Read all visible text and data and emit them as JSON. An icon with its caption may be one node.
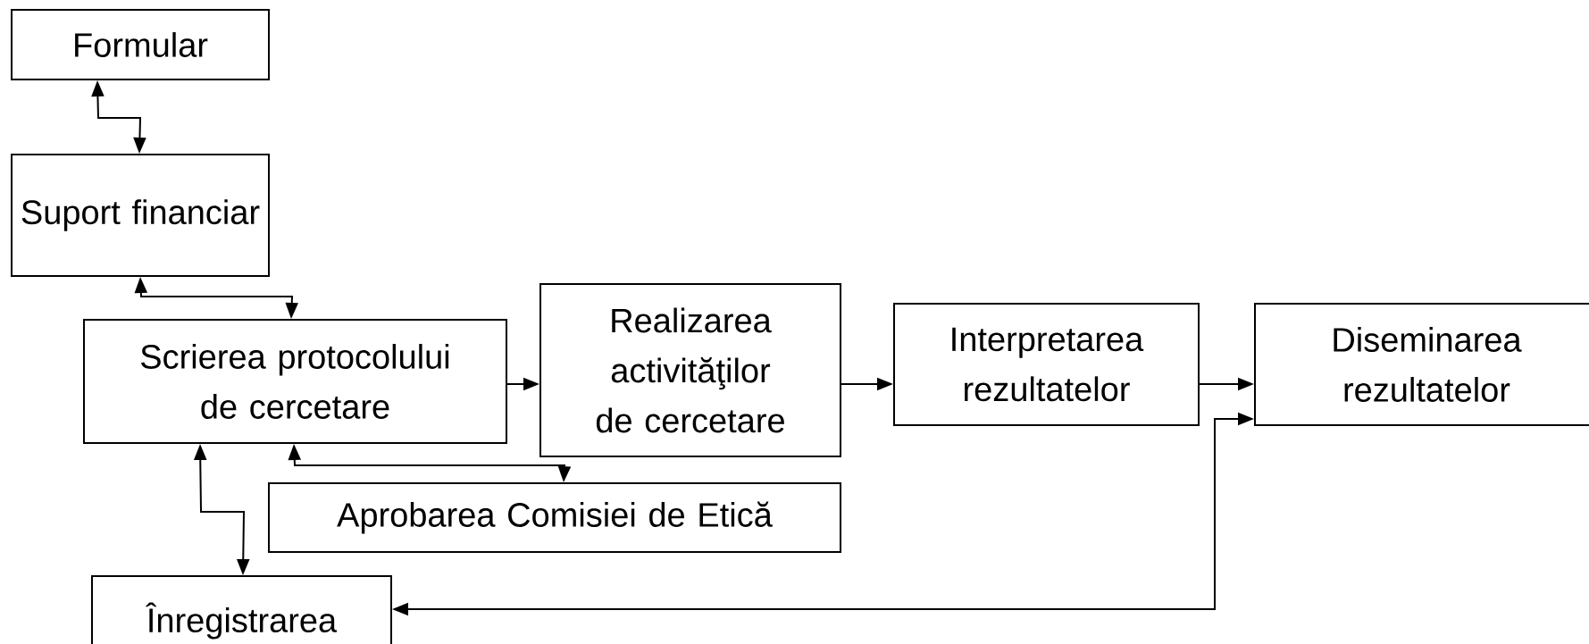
{
  "diagram": {
    "nodes": [
      {
        "text": [
          "Formular"
        ]
      },
      {
        "text": [
          "Suport financiar"
        ]
      },
      {
        "text": [
          "Scrierea protocolului de cercetare"
        ]
      },
      {
        "text": [
          "Realizarea activităţilor de cercetare"
        ]
      },
      {
        "text": [
          "Interpretarea rezultatelor"
        ]
      },
      {
        "text": [
          "Diseminarea rezultatelor"
        ]
      },
      {
        "text": [
          "Aprobarea Comisiei de Etică"
        ]
      },
      {
        "text": [
          "Înregistrarea"
        ]
      }
    ],
    "edges": [
      {
        "from": 0,
        "to": 1,
        "arrow": "both"
      },
      {
        "from": 1,
        "to": 2,
        "arrow": "both"
      },
      {
        "from": 2,
        "to": 3,
        "arrow": "to"
      },
      {
        "from": 3,
        "to": 4,
        "arrow": "to"
      },
      {
        "from": 4,
        "to": 5,
        "arrow": "to"
      },
      {
        "from": 2,
        "to": 6,
        "arrow": "both"
      },
      {
        "from": 2,
        "to": 7,
        "arrow": "both"
      },
      {
        "from": 7,
        "to": 5,
        "arrow": "both"
      }
    ]
  }
}
